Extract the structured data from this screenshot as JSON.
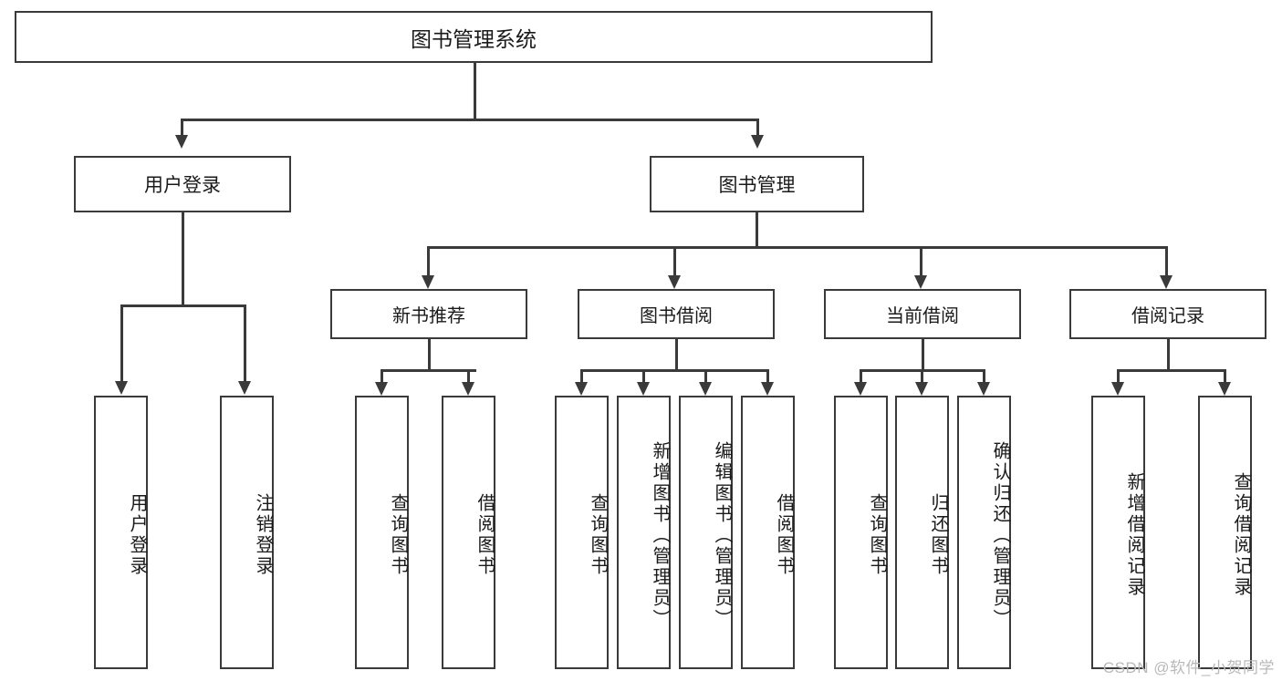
{
  "diagram": {
    "type": "tree-hierarchy",
    "title": "图书管理系统",
    "root": {
      "label": "图书管理系统"
    },
    "level1": [
      {
        "id": "user-login",
        "label": "用户登录"
      },
      {
        "id": "book-manage",
        "label": "图书管理"
      }
    ],
    "level2": [
      {
        "id": "new-book-recommend",
        "label": "新书推荐",
        "parent": "book-manage"
      },
      {
        "id": "book-borrow",
        "label": "图书借阅",
        "parent": "book-manage"
      },
      {
        "id": "current-borrow",
        "label": "当前借阅",
        "parent": "book-manage"
      },
      {
        "id": "borrow-record",
        "label": "借阅记录",
        "parent": "book-manage"
      }
    ],
    "leaves": {
      "user-login": [
        {
          "label": "用户登录"
        },
        {
          "label": "注销登录"
        }
      ],
      "new-book-recommend": [
        {
          "label": "查询图书"
        },
        {
          "label": "借阅图书"
        }
      ],
      "book-borrow": [
        {
          "label": "查询图书"
        },
        {
          "label": "新增图书（管理员）"
        },
        {
          "label": "编辑图书（管理员）"
        },
        {
          "label": "借阅图书"
        }
      ],
      "current-borrow": [
        {
          "label": "查询图书"
        },
        {
          "label": "归还图书"
        },
        {
          "label": "确认归还（管理员）"
        }
      ],
      "borrow-record": [
        {
          "label": "新增借阅记录"
        },
        {
          "label": "查询借阅记录"
        }
      ]
    }
  },
  "watermark": {
    "text": "CSDN @软件_小贺同学"
  },
  "colors": {
    "stroke": "#3a3a3a",
    "fill": "#ffffff",
    "text": "#1a1a1a",
    "watermark": "#b9b9b9"
  }
}
